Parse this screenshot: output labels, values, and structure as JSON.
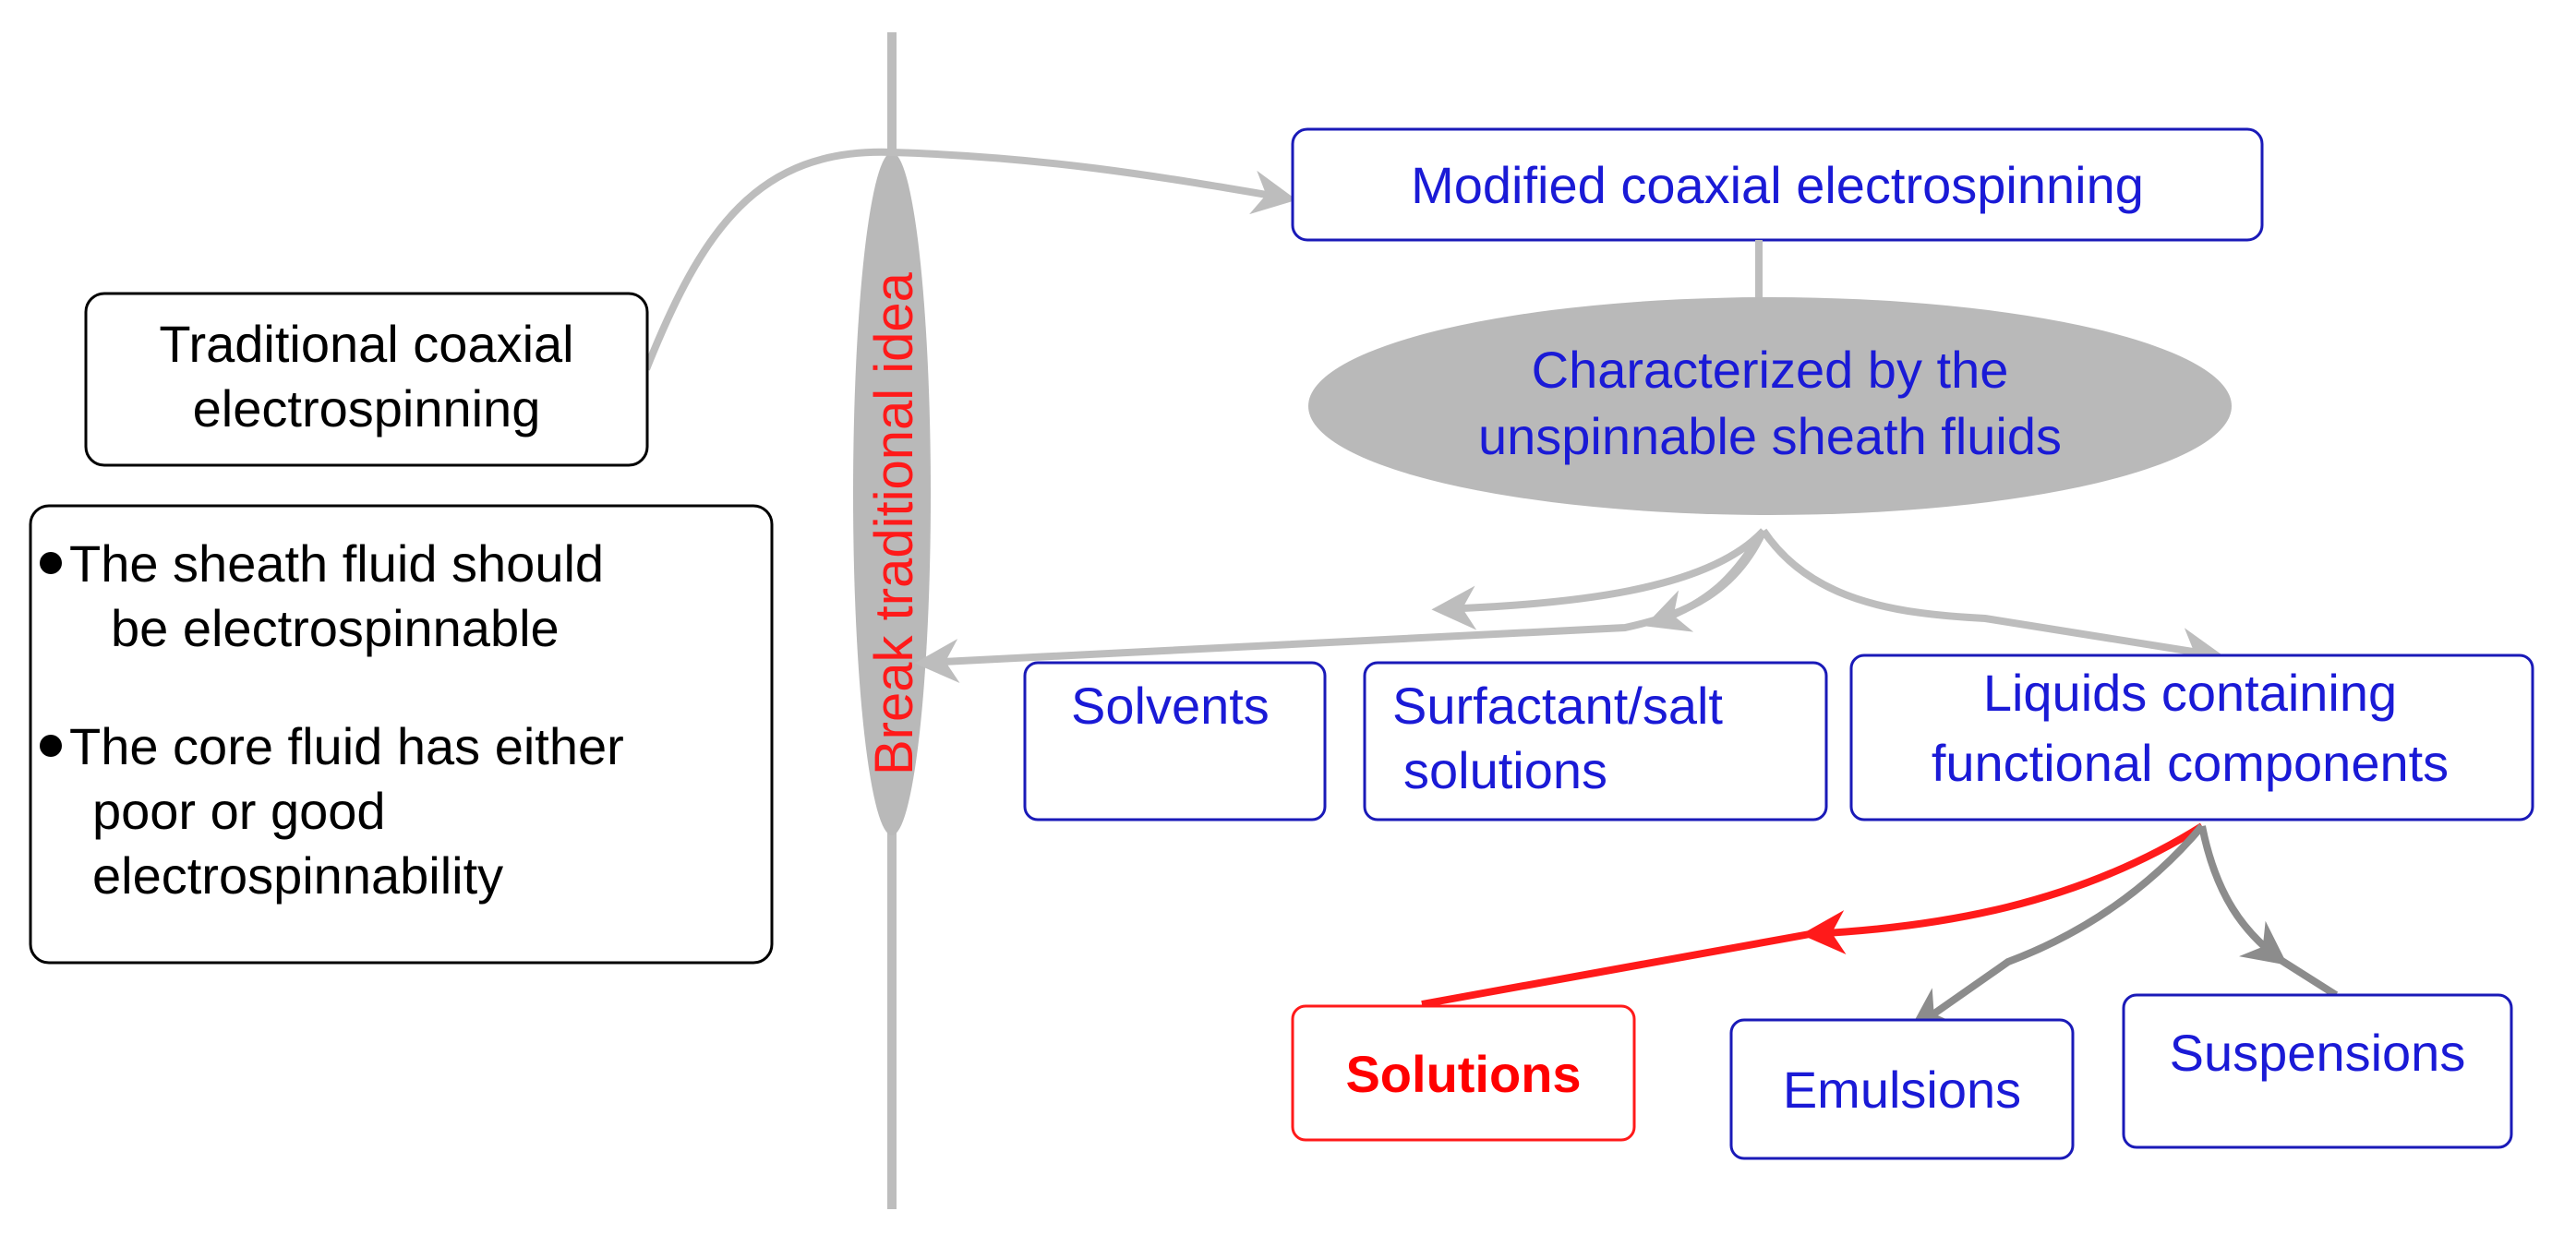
{
  "diagram": {
    "vertical_label": "Break traditional idea",
    "traditional": {
      "line1": "Traditional coaxial",
      "line2": "electrospinning"
    },
    "conditions": {
      "item1_line1": "The sheath fluid should",
      "item1_line2": "be electrospinnable",
      "item2_line1": "The core fluid has either",
      "item2_line2": "poor or good",
      "item2_line3": "electrospinnability"
    },
    "modified": "Modified coaxial electrospinning",
    "characterized": {
      "line1": "Characterized by the",
      "line2": "unspinnable sheath fluids"
    },
    "categories": {
      "solvents": "Solvents",
      "surfactant_line1": "Surfactant/salt",
      "surfactant_line2": "solutions",
      "liquids_line1": "Liquids containing",
      "liquids_line2": "functional components"
    },
    "subcategories": {
      "solutions": "Solutions",
      "emulsions": "Emulsions",
      "suspensions": "Suspensions"
    },
    "colors": {
      "blue_text": "#1a1ad6",
      "red_highlight": "#ff1a1a",
      "grey_connector": "#bdbdbd",
      "ellipse_fill": "#b9b9b9"
    }
  }
}
